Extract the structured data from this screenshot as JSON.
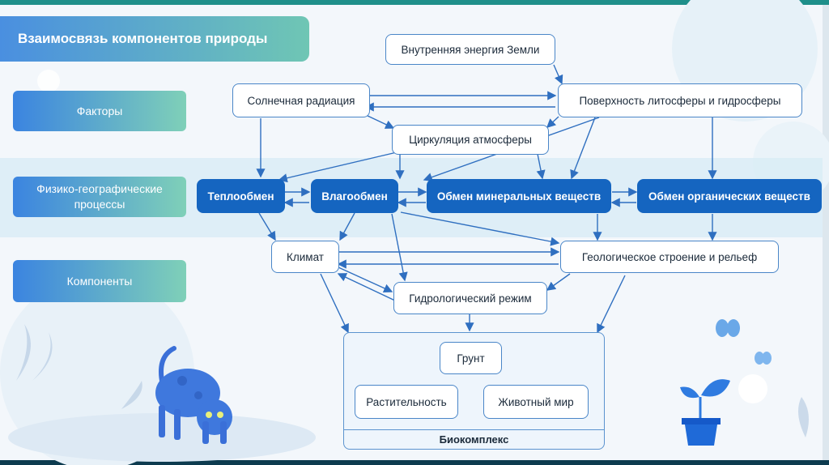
{
  "title": "Взаимосвязь компонентов природы",
  "rows": {
    "factors": "Факторы",
    "processes": "Физико-географические процессы",
    "components": "Компоненты"
  },
  "nodes": {
    "earth_energy": "Внутренняя энергия Земли",
    "solar": "Солнечная радиация",
    "surface": "Поверхность литосферы и гидросферы",
    "circulation": "Циркуляция атмосферы",
    "heat": "Теплообмен",
    "moisture": "Влагообмен",
    "minerals": "Обмен минеральных веществ",
    "organic": "Обмен органических веществ",
    "climate": "Климат",
    "geology": "Геологическое строение и рельеф",
    "hydro": "Гидрологический режим",
    "soil": "Грунт",
    "plants": "Растительность",
    "animals": "Животный мир"
  },
  "biocomplex": "Биокомплекс",
  "colors": {
    "accent": "#1565c0",
    "arrow": "#2f6fc0",
    "band": "#d9ecf6",
    "title_gradient_start": "#4a8fe0",
    "title_gradient_end": "#6fc6b4"
  },
  "decor": [
    "cat-illustration",
    "butterfly-icon",
    "plant-pot-icon",
    "leaf-decor"
  ]
}
